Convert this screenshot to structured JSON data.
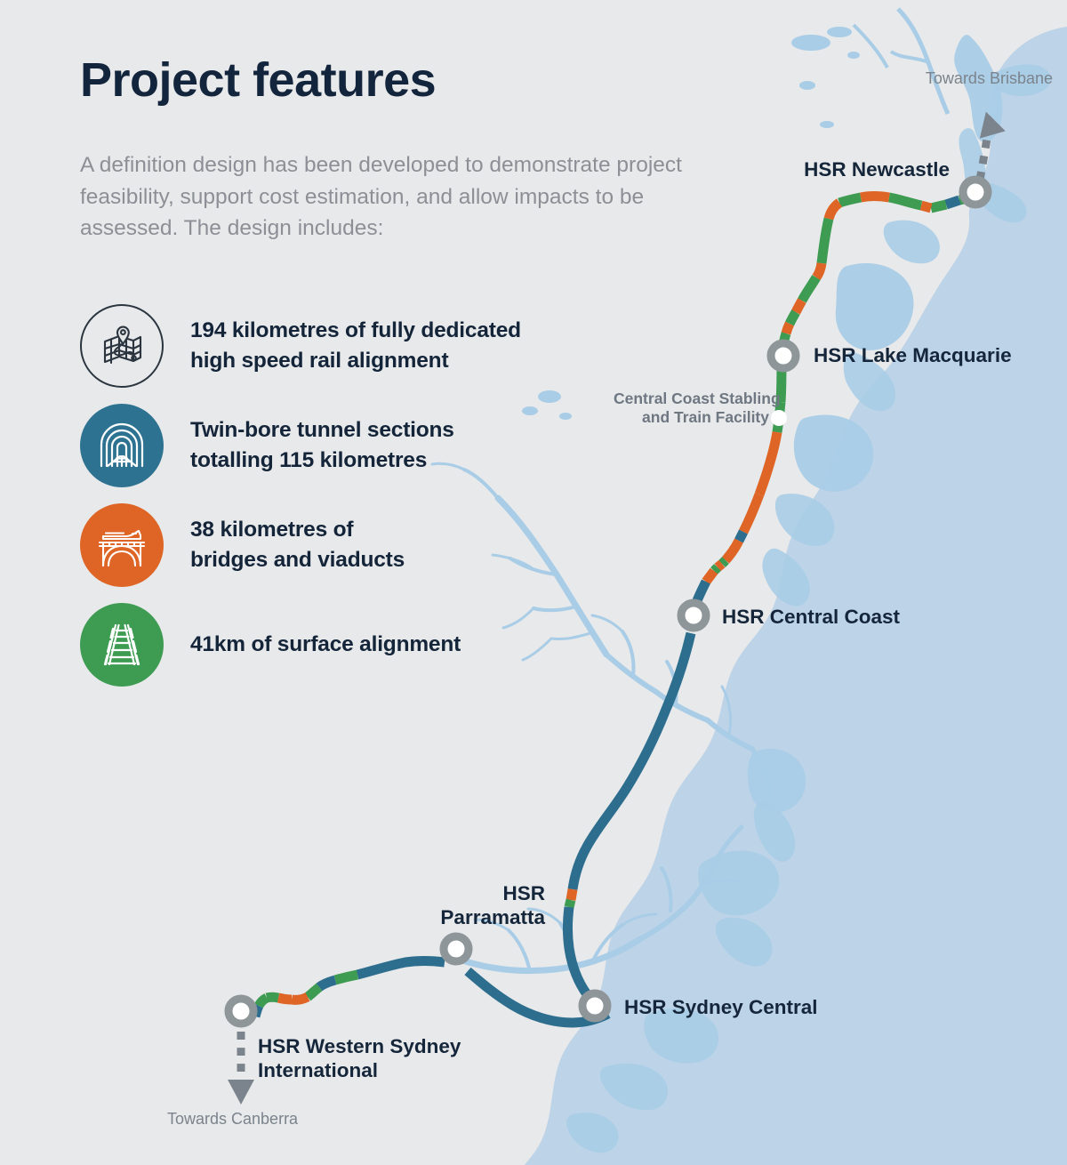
{
  "page": {
    "background_color": "#e3e4e6",
    "title": "Project features",
    "intro": "A definition design has been developed to demonstrate project feasibility, support cost estimation, and allow impacts to be assessed. The design includes:"
  },
  "legend": {
    "items": [
      {
        "icon": "map-alignment-icon",
        "color": "#2b3540",
        "style": "outline",
        "line1": "194 kilometres of fully dedicated",
        "line2": "high speed rail alignment"
      },
      {
        "icon": "tunnel-icon",
        "color": "#2e7291",
        "style": "filled",
        "line1": "Twin-bore tunnel sections",
        "line2": "totalling 115 kilometres"
      },
      {
        "icon": "viaduct-bridge-icon",
        "color": "#de6525",
        "style": "filled",
        "line1": "38 kilometres of",
        "line2": "bridges and viaducts"
      },
      {
        "icon": "railway-track-icon",
        "color": "#3d9b52",
        "style": "filled",
        "line1": "41km of surface alignment",
        "line2": ""
      }
    ]
  },
  "map": {
    "colors": {
      "land": "#e8e9ea",
      "ocean": "#bdd3e8",
      "inland_water": "#a9cde7",
      "tunnel": "#2d6e8f",
      "bridge": "#de6525",
      "surface": "#3d9b52",
      "station_ring": "#8e9699",
      "station_fill": "#ffffff",
      "arrow": "#7b838c"
    },
    "stations": [
      {
        "name": "HSR Newcastle",
        "marker": "station-ring-icon"
      },
      {
        "name": "HSR Lake Macquarie",
        "marker": "station-ring-icon"
      },
      {
        "name": "HSR Central Coast",
        "marker": "station-ring-icon"
      },
      {
        "name": "HSR Parramatta",
        "marker": "station-ring-icon"
      },
      {
        "name": "HSR Sydney Central",
        "marker": "station-ring-icon"
      },
      {
        "name": "HSR Western Sydney International",
        "marker": "station-ring-icon"
      }
    ],
    "facility": {
      "line1": "Central Coast Stabling",
      "line2": "and Train Facility",
      "marker": "facility-dot-icon"
    },
    "station_labels": {
      "newcastle": "HSR Newcastle",
      "lake_macquarie": "HSR Lake Macquarie",
      "central_coast": "HSR Central Coast",
      "parramatta_line1": "HSR",
      "parramatta_line2": "Parramatta",
      "sydney_central": "HSR Sydney Central",
      "western_sydney_line1": "HSR Western Sydney",
      "western_sydney_line2": "International"
    },
    "direction_labels": {
      "north": "Towards Brisbane",
      "south": "Towards Canberra"
    }
  }
}
